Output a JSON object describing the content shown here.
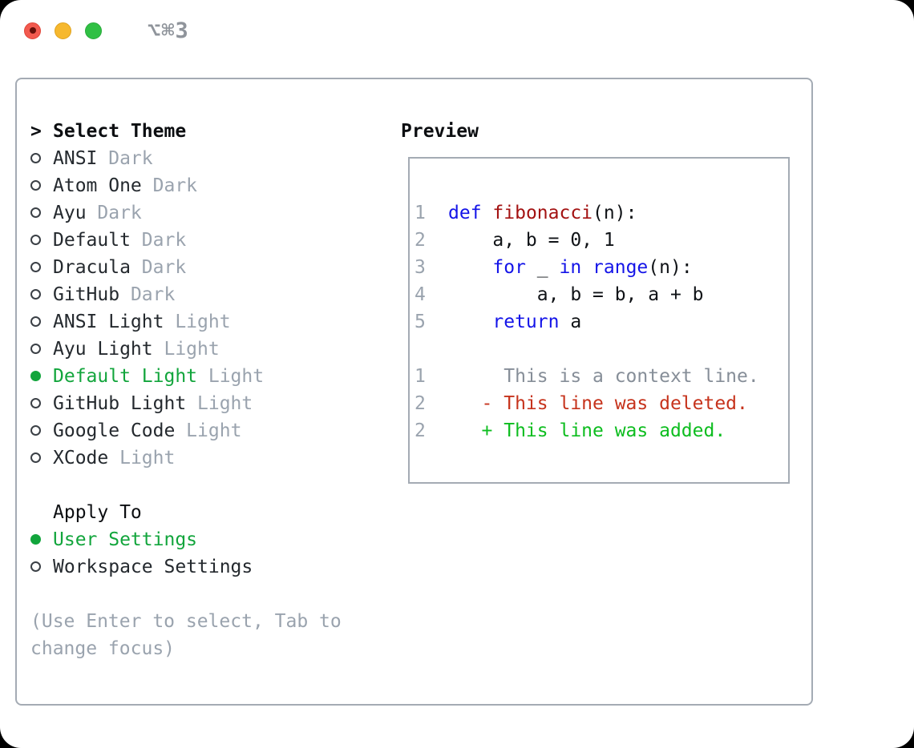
{
  "window": {
    "title": "⌥⌘3"
  },
  "colors": {
    "border_gray": "#a4abb4",
    "ink_strong": "#0c0e11",
    "item_dark": "#24292e",
    "muted_gray": "#9aa3ae",
    "context_gray": "#868e98",
    "radio_gray": "#3b4046",
    "accent_green": "#12a53c",
    "added_green": "#0dbd1f",
    "deleted_red": "#c6331c",
    "keyword_blue": "#1414e8",
    "function_red": "#a31212",
    "code_black": "#101317",
    "title_gray": "#8f949b",
    "traffic_red": "#f25a4f",
    "traffic_red_border": "#e14438",
    "traffic_red_dot": "#66100a",
    "traffic_yellow": "#f6b82e",
    "traffic_yellow_border": "#e0a21e",
    "traffic_green": "#30c044",
    "traffic_green_border": "#2aab3c"
  },
  "theme_picker": {
    "prompt": ">",
    "header": "Select Theme",
    "items": [
      {
        "name": "ANSI",
        "variant": "Dark",
        "selected": false
      },
      {
        "name": "Atom One",
        "variant": "Dark",
        "selected": false
      },
      {
        "name": "Ayu",
        "variant": "Dark",
        "selected": false
      },
      {
        "name": "Default",
        "variant": "Dark",
        "selected": false
      },
      {
        "name": "Dracula",
        "variant": "Dark",
        "selected": false
      },
      {
        "name": "GitHub",
        "variant": "Dark",
        "selected": false
      },
      {
        "name": "ANSI Light",
        "variant": "Light",
        "selected": false
      },
      {
        "name": "Ayu Light",
        "variant": "Light",
        "selected": false
      },
      {
        "name": "Default Light",
        "variant": "Light",
        "selected": true
      },
      {
        "name": "GitHub Light",
        "variant": "Light",
        "selected": false
      },
      {
        "name": "Google Code",
        "variant": "Light",
        "selected": false
      },
      {
        "name": "XCode",
        "variant": "Light",
        "selected": false
      }
    ],
    "apply_to": {
      "header": "Apply To",
      "options": [
        {
          "label": "User Settings",
          "selected": true
        },
        {
          "label": "Workspace Settings",
          "selected": false
        }
      ]
    },
    "hint": "(Use Enter to select, Tab to change focus)"
  },
  "preview": {
    "header": "Preview",
    "code_lines": [
      {
        "num": "1",
        "tokens": [
          {
            "text": "def",
            "type": "keyword"
          },
          {
            "text": " ",
            "type": "plain"
          },
          {
            "text": "fibonacci",
            "type": "function"
          },
          {
            "text": "(n):",
            "type": "plain"
          }
        ]
      },
      {
        "num": "2",
        "tokens": [
          {
            "text": "    a, b = 0, 1",
            "type": "plain"
          }
        ]
      },
      {
        "num": "3",
        "tokens": [
          {
            "text": "    ",
            "type": "plain"
          },
          {
            "text": "for",
            "type": "keyword"
          },
          {
            "text": " _ ",
            "type": "plain"
          },
          {
            "text": "in",
            "type": "keyword"
          },
          {
            "text": " ",
            "type": "plain"
          },
          {
            "text": "range",
            "type": "keyword"
          },
          {
            "text": "(n):",
            "type": "plain"
          }
        ]
      },
      {
        "num": "4",
        "tokens": [
          {
            "text": "        a, b = b, a + b",
            "type": "plain"
          }
        ]
      },
      {
        "num": "5",
        "tokens": [
          {
            "text": "    ",
            "type": "plain"
          },
          {
            "text": "return",
            "type": "keyword"
          },
          {
            "text": " a",
            "type": "plain"
          }
        ]
      }
    ],
    "diff_lines": [
      {
        "num": "1",
        "prefix": "",
        "text": "This is a context line.",
        "type": "context"
      },
      {
        "num": "2",
        "prefix": "-",
        "text": "This line was deleted.",
        "type": "deleted"
      },
      {
        "num": "2",
        "prefix": "+",
        "text": "This line was added.",
        "type": "added"
      }
    ]
  }
}
